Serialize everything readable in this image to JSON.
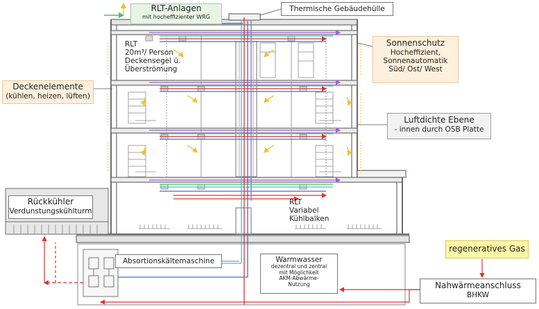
{
  "labels": {
    "rlt_anlagen": {
      "title": "RLT-Anlagen",
      "subtitle": "mit hocheffizienter WRG"
    },
    "thermische_huelle": "Thermische Gebäudehülle",
    "rlt_top": {
      "line1": "RLT",
      "line2": "20m³/ Person",
      "line3": "Deckensegel ü.",
      "line4": "Überströmung"
    },
    "sonnenschutz": {
      "title": "Sonnenschutz",
      "line2": "Hocheffizient,",
      "line3": "Sonnenautomatik",
      "line4": "Süd/ Ost/ West"
    },
    "deckenelemente": {
      "title": "Deckenelemente",
      "subtitle": "(kühlen, heizen, lüften)"
    },
    "luftdichte_ebene": {
      "title": "Luftdichte Ebene",
      "subtitle": "- innen durch OSB Platte"
    },
    "rueckkuehler": {
      "line1": "Rückkühler",
      "line2": "Verdunstungskühlturm"
    },
    "rlt_bottom": {
      "line1": "RLT",
      "line2": "Variabel",
      "line3": "Kühlbalken"
    },
    "absorption": "Absortionskältemaschine",
    "warmwasser": {
      "title": "Warmwasser",
      "line2": "dezentral und zentral",
      "line3": "mit Möglichkeit",
      "line4": "AKM-Abwärme-",
      "line5": "Nutzung"
    },
    "regen_gas": "regeneratives Gas",
    "nahwaerme": {
      "title": "Nahwärmeanschluss",
      "subtitle": "BHKW"
    }
  },
  "colors": {
    "red": "#e0312b",
    "blue": "#3b6fd6",
    "cyan": "#35c6e0",
    "purple": "#9a62d8",
    "green": "#4fc257",
    "yellow": "#f2c12e",
    "wall": "#6b6b6b"
  }
}
